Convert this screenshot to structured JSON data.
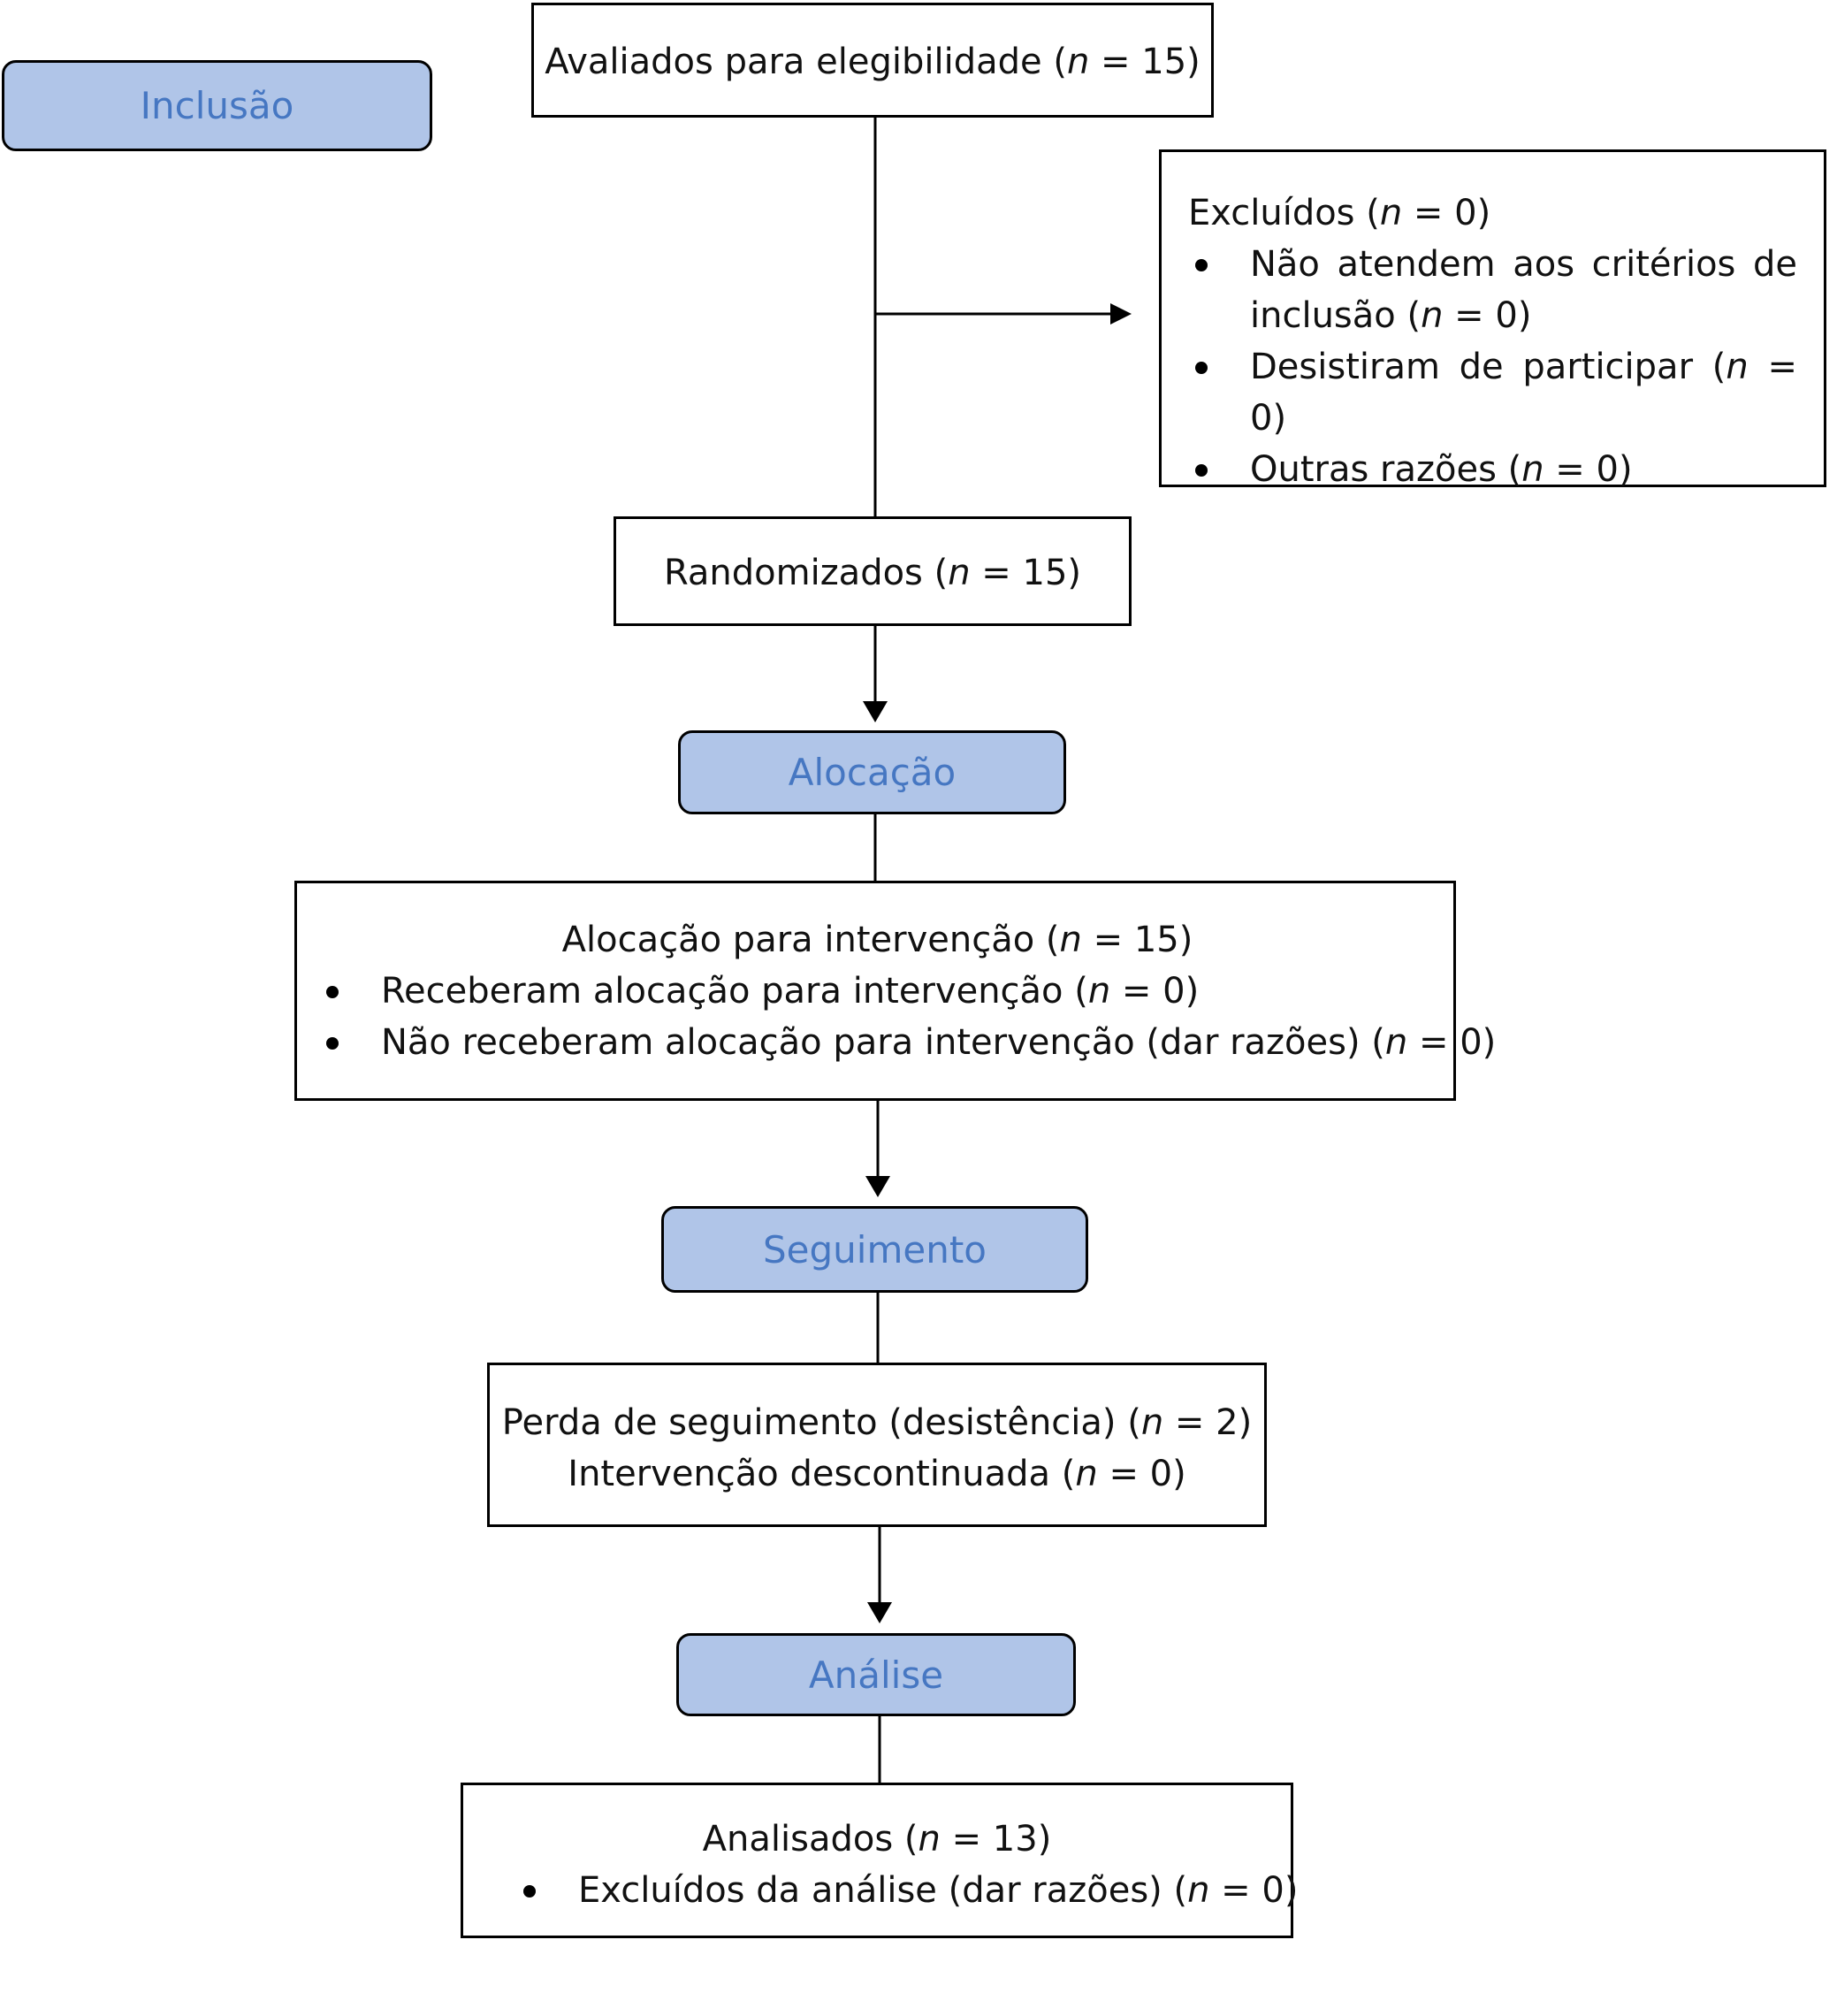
{
  "stages": {
    "inclusao": "Inclusão",
    "alocacao": "Alocação",
    "seguimento": "Seguimento",
    "analise": "Análise"
  },
  "boxes": {
    "avaliados": {
      "pre": "Avaliados para elegibilidade (",
      "n": "n",
      "post": " = 15)"
    },
    "excluidos": {
      "title_pre": "Excluídos (",
      "title_n": "n",
      "title_post": " = 0)",
      "items": [
        {
          "pre": "Não atendem aos critérios de inclusão (",
          "n": "n",
          "post": " = 0)"
        },
        {
          "pre": "Desistiram de participar (",
          "n": "n",
          "post": " = 0)"
        },
        {
          "pre": "Outras razões (",
          "n": "n",
          "post": " = 0)"
        }
      ]
    },
    "randomizados": {
      "pre": "Randomizados (",
      "n": "n",
      "post": " = 15)"
    },
    "alocacao_intervencao": {
      "title_pre": "Alocação para intervenção (",
      "title_n": "n",
      "title_post": " = 15)",
      "items": [
        {
          "pre": "Receberam alocação para intervenção (",
          "n": "n",
          "post": " = 0)"
        },
        {
          "pre": "Não receberam alocação para intervenção (dar razões) (",
          "n": "n",
          "post": " = 0)"
        }
      ]
    },
    "perda": {
      "line1_pre": "Perda de seguimento (desistência) (",
      "line1_n": "n",
      "line1_post": " = 2)",
      "line2_pre": "Intervenção descontinuada (",
      "line2_n": "n",
      "line2_post": " = 0)"
    },
    "analisados": {
      "title_pre": "Analisados (",
      "title_n": "n",
      "title_post": " = 13)",
      "items": [
        {
          "pre": "Excluídos da análise (dar razões) (",
          "n": "n",
          "post": " = 0)"
        }
      ]
    }
  }
}
